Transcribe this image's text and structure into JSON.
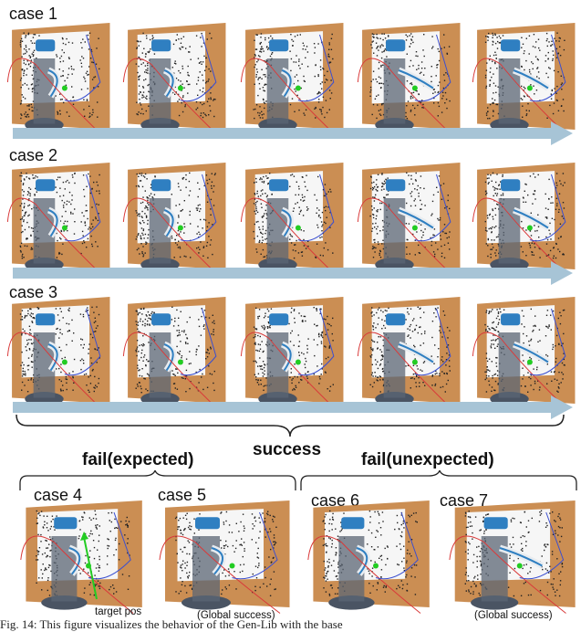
{
  "cases": {
    "case1": "case 1",
    "case2": "case 2",
    "case3": "case 3",
    "case4": "case 4",
    "case5": "case 5",
    "case6": "case 6",
    "case7": "case 7"
  },
  "groups": {
    "fail_expected": "fail(expected)",
    "success": "success",
    "fail_unexpected": "fail(unexpected)"
  },
  "annotations": {
    "target_pos": "target pos",
    "global_success_5": "(Global success)",
    "global_success_7": "(Global success)"
  },
  "caption": "Fig. 14: This figure visualizes the behavior of the Gen-Lib with the base",
  "colors": {
    "shelf": "#c27a35",
    "arrow": "#a7c4d6",
    "target": "#22cc22",
    "robot_blue": "#2f7fc1",
    "path_red": "#d93a3a",
    "path_blue": "#3b4fd0"
  }
}
